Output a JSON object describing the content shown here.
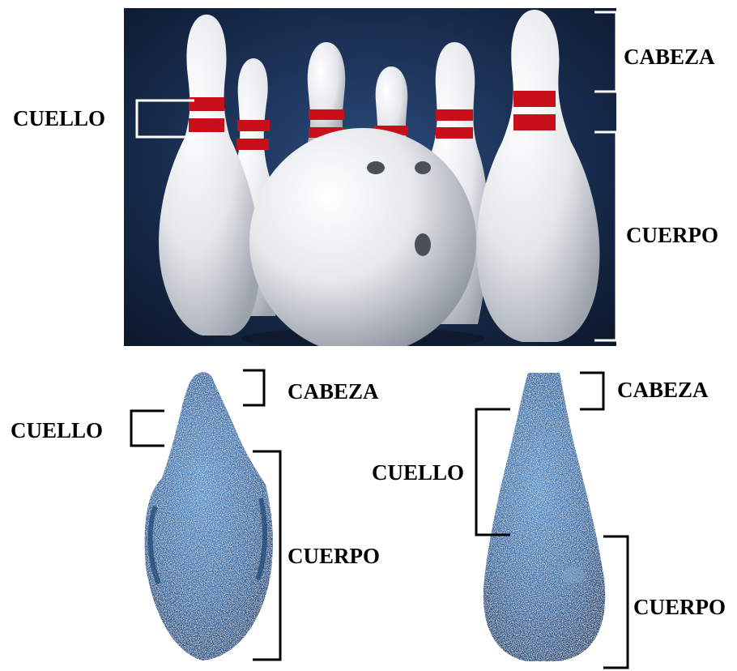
{
  "photo": {
    "labels": {
      "head": "CABEZA",
      "neck": "CUELLO",
      "body": "CUERPO"
    }
  },
  "object_left": {
    "labels": {
      "head": "CABEZA",
      "neck": "CUELLO",
      "body": "CUERPO"
    }
  },
  "object_right": {
    "labels": {
      "head": "CABEZA",
      "neck": "CUELLO",
      "body": "CUERPO"
    }
  },
  "colors": {
    "photo_background": "#14233f",
    "pin_white": "#f2f2f4",
    "pin_stripe": "#c8101a",
    "object_blue": "#2f6fa6",
    "bracket": "#000000"
  }
}
